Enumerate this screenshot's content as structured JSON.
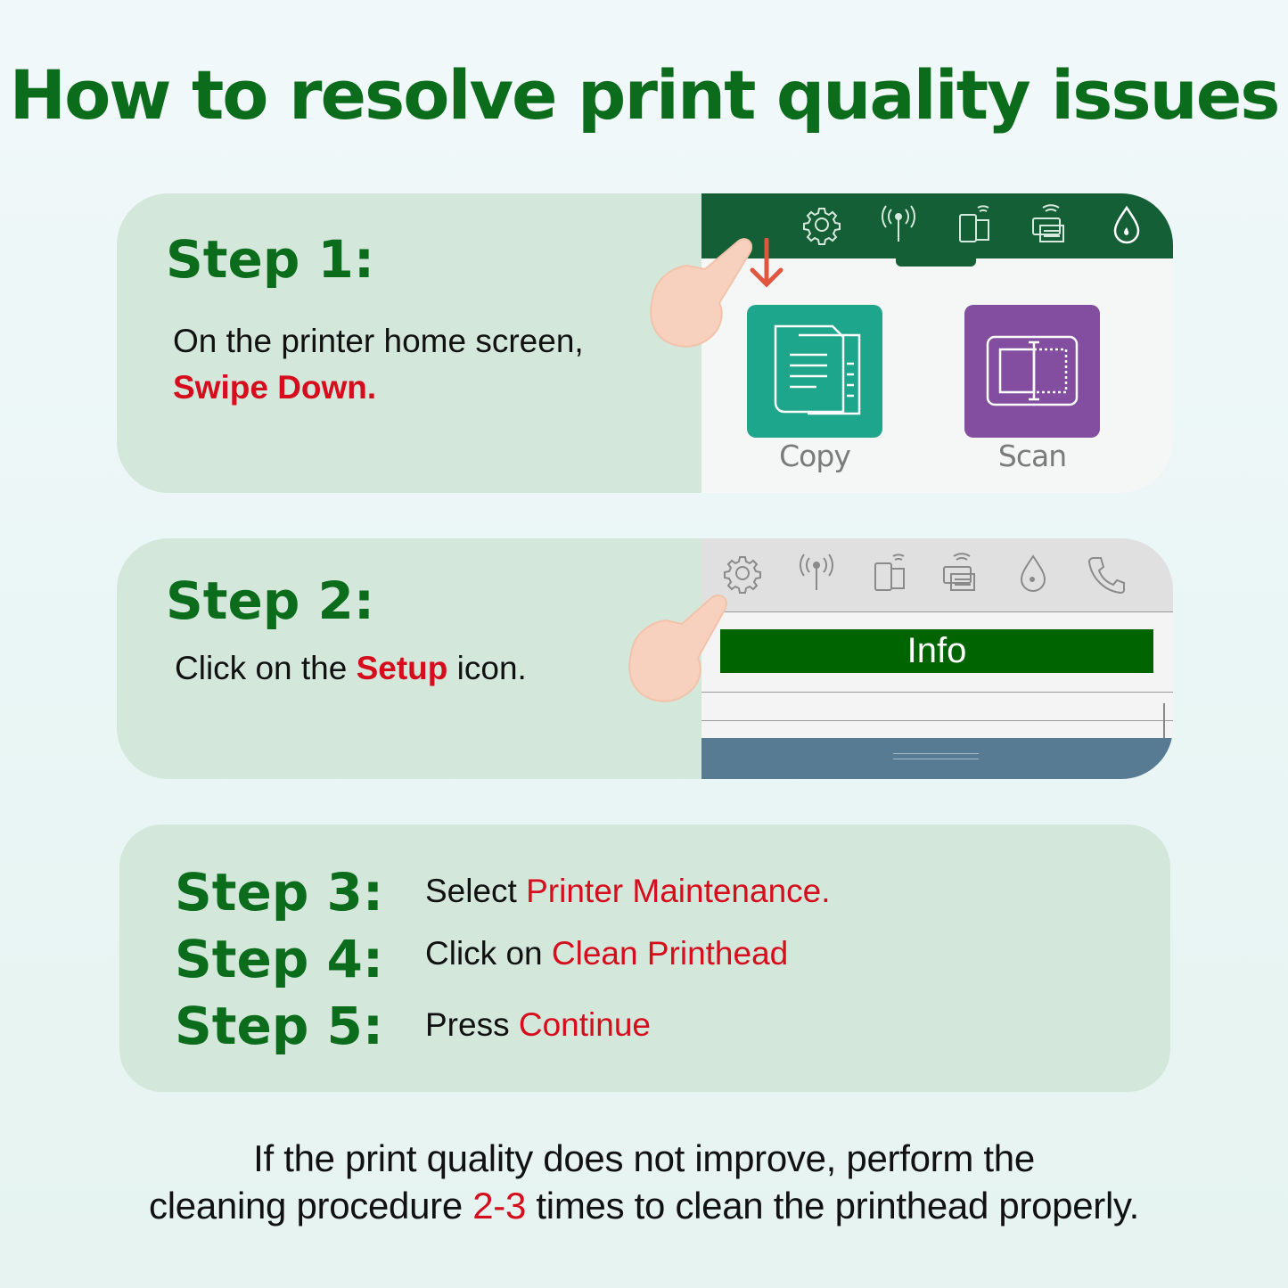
{
  "title": "How to resolve print quality issues",
  "step1": {
    "heading": "Step 1:",
    "text": "On the printer home screen,",
    "highlight": "Swipe Down.",
    "screen": {
      "status_icons": [
        "gear-icon",
        "wireless-icon",
        "mobile-print-icon",
        "fax-icon",
        "ink-drop-icon"
      ],
      "tiles": [
        {
          "label": "Copy",
          "color": "#1ea68c",
          "icon": "copy-icon"
        },
        {
          "label": "Scan",
          "color": "#834ea0",
          "icon": "scan-icon"
        }
      ],
      "bar_color": "#145f35",
      "arrow_color": "#e0563f"
    }
  },
  "step2": {
    "heading": "Step 2:",
    "text_before": "Click on the ",
    "highlight": "Setup",
    "text_after": " icon.",
    "screen": {
      "status_icons": [
        "gear-icon",
        "wireless-icon",
        "mobile-print-icon",
        "fax-icon",
        "ink-drop-icon",
        "phone-icon"
      ],
      "info_label": "Info",
      "info_color": "#006400"
    }
  },
  "steps_345": [
    {
      "heading": "Step 3:",
      "text": "Select ",
      "highlight": "Printer Maintenance."
    },
    {
      "heading": "Step 4:",
      "text": "Click on ",
      "highlight": "Clean Printhead"
    },
    {
      "heading": "Step 5:",
      "text": "Press ",
      "highlight": "Continue"
    }
  ],
  "footer": {
    "line1": "If the print quality does not improve, perform the",
    "line2_before": "cleaning procedure ",
    "line2_highlight": "2-3",
    "line2_after": " times to clean the printhead properly."
  },
  "colors": {
    "heading_green": "#0b6c1c",
    "highlight_red": "#d50d1c",
    "card_bg": "#d3e7db"
  }
}
